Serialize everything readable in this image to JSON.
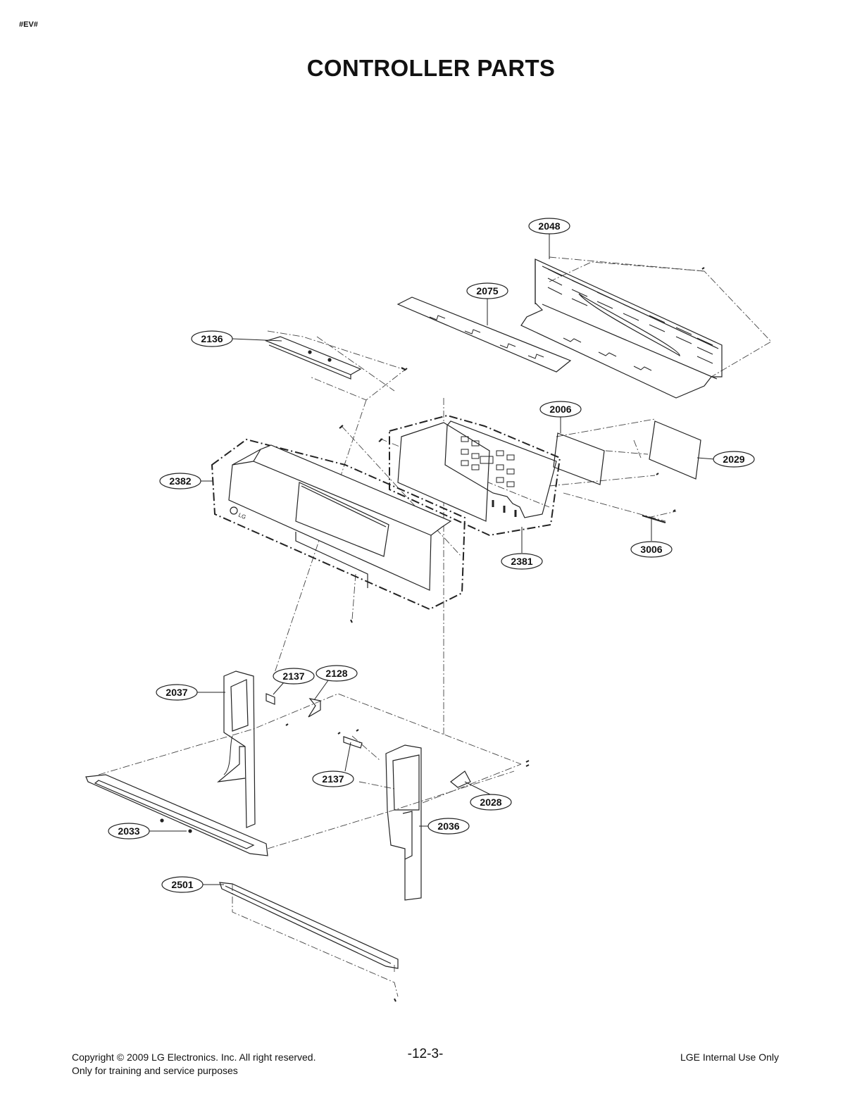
{
  "header": {
    "tag": "#EV#",
    "title": "CONTROLLER PARTS"
  },
  "callouts": [
    {
      "id": "c2048",
      "label": "2048"
    },
    {
      "id": "c2075",
      "label": "2075"
    },
    {
      "id": "c2136",
      "label": "2136"
    },
    {
      "id": "c2006",
      "label": "2006"
    },
    {
      "id": "c2029",
      "label": "2029"
    },
    {
      "id": "c2382",
      "label": "2382"
    },
    {
      "id": "c2381",
      "label": "2381"
    },
    {
      "id": "c3006",
      "label": "3006"
    },
    {
      "id": "c2037",
      "label": "2037"
    },
    {
      "id": "c2137a",
      "label": "2137"
    },
    {
      "id": "c2128",
      "label": "2128"
    },
    {
      "id": "c2137b",
      "label": "2137"
    },
    {
      "id": "c2028",
      "label": "2028"
    },
    {
      "id": "c2033",
      "label": "2033"
    },
    {
      "id": "c2036",
      "label": "2036"
    },
    {
      "id": "c2501",
      "label": "2501"
    }
  ],
  "panel_logo": "LG",
  "footer": {
    "copyright": "Copyright © 2009 LG Electronics. Inc. All right reserved.",
    "note": "Only for training and service purposes",
    "page": "-12-3-",
    "internal": "LGE Internal Use Only"
  }
}
